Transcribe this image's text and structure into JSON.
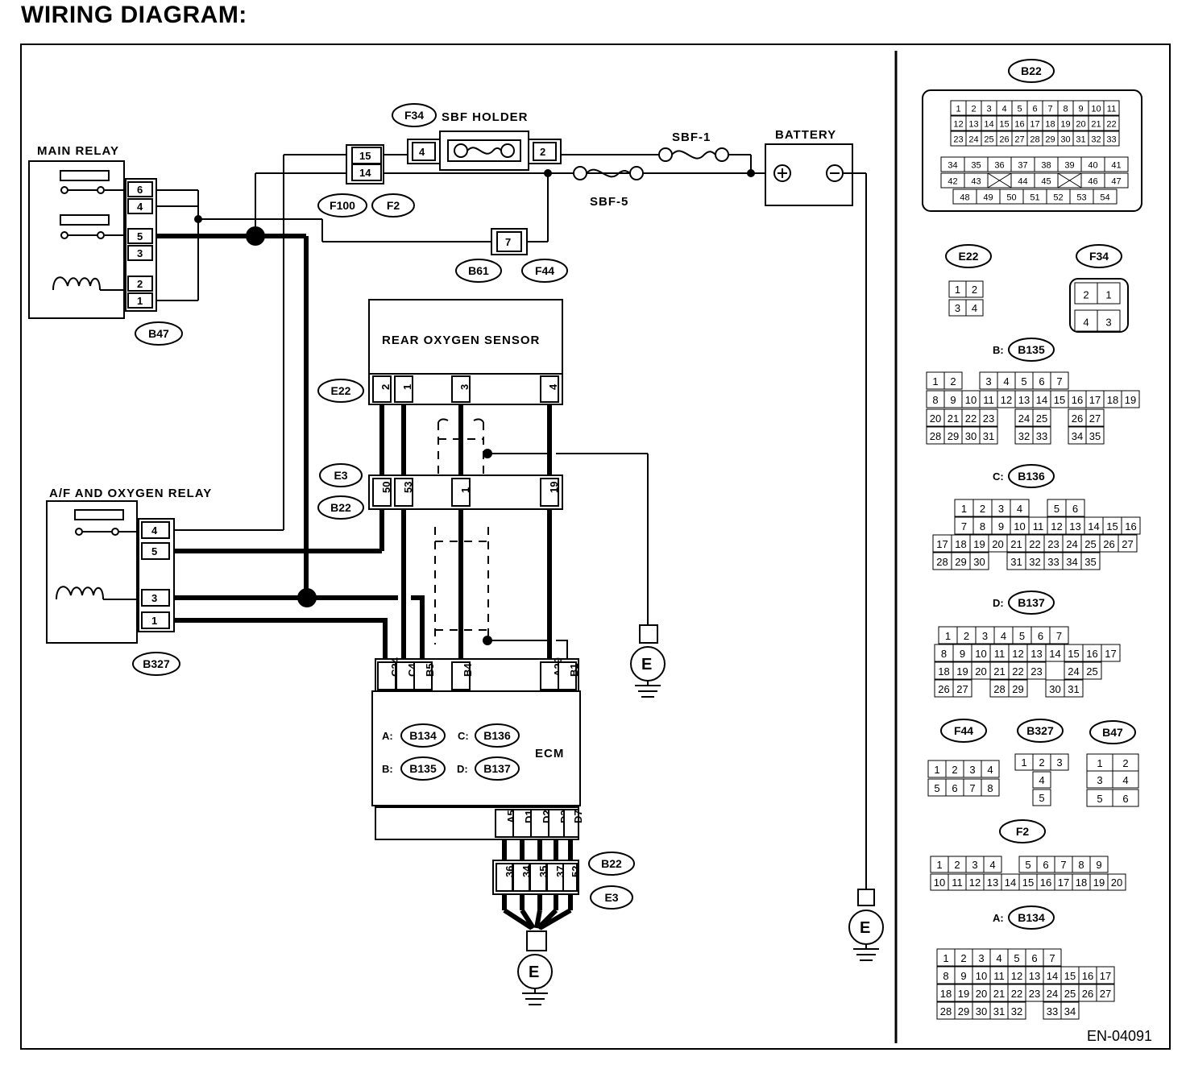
{
  "title": "WIRING DIAGRAM:",
  "figure_code": "EN-04091",
  "components": {
    "main_relay": {
      "label": "MAIN RELAY",
      "connector": "B47",
      "pins": [
        "6",
        "4",
        "5",
        "3",
        "2",
        "1"
      ]
    },
    "af_oxygen_relay": {
      "label": "A/F AND OXYGEN RELAY",
      "connector": "B327",
      "pins": [
        "4",
        "5",
        "3",
        "1"
      ]
    },
    "sbf_holder": {
      "label": "SBF HOLDER",
      "connector": "F34",
      "pins": [
        "4",
        "2"
      ]
    },
    "battery": {
      "label": "BATTERY"
    },
    "sbf1": {
      "label": "SBF-1"
    },
    "sbf5": {
      "label": "SBF-5"
    },
    "rear_o2": {
      "label": "REAR OXYGEN SENSOR",
      "connector": "E22",
      "pins": [
        "2",
        "1",
        "3",
        "4"
      ]
    },
    "ecm": {
      "label": "ECM",
      "sub": [
        {
          "k": "A:",
          "v": "B134"
        },
        {
          "k": "C:",
          "v": "B136"
        },
        {
          "k": "B:",
          "v": "B135"
        },
        {
          "k": "D:",
          "v": "B137"
        }
      ],
      "top_pins": [
        "C24",
        "C4",
        "B5",
        "B4",
        "A29",
        "B1"
      ],
      "bottom_pins": [
        "A5",
        "D1",
        "D2",
        "D3",
        "D7"
      ]
    }
  },
  "connectors": {
    "f100_f2": {
      "pins": [
        "15",
        "14"
      ],
      "tags": [
        "F100",
        "F2"
      ]
    },
    "b61_f44": {
      "pins": [
        "7"
      ],
      "tags": [
        "B61",
        "F44"
      ]
    },
    "e3_b22_upper": {
      "pins": [
        "50",
        "53",
        "1",
        "19"
      ],
      "tags": [
        "E3",
        "B22"
      ]
    },
    "b22_e3_lower": {
      "pins": [
        "36",
        "34",
        "35",
        "37",
        "52"
      ],
      "tags": [
        "B22",
        "E3"
      ]
    }
  },
  "ground_label": "E",
  "legend": {
    "b22": {
      "name": "B22",
      "rows": [
        [
          "1",
          "2",
          "3",
          "4",
          "5",
          "6",
          "7",
          "8",
          "9",
          "10",
          "11"
        ],
        [
          "12",
          "13",
          "14",
          "15",
          "16",
          "17",
          "18",
          "19",
          "20",
          "21",
          "22"
        ],
        [
          "23",
          "24",
          "25",
          "26",
          "27",
          "28",
          "29",
          "30",
          "31",
          "32",
          "33"
        ],
        [
          "34",
          "35",
          "36",
          "37",
          "38",
          "39",
          "40",
          "41"
        ],
        [
          "42",
          "43",
          "",
          "44",
          "45",
          "",
          "46",
          "47"
        ],
        [
          "48",
          "49",
          "50",
          "51",
          "52",
          "53",
          "54"
        ]
      ]
    },
    "e22": {
      "name": "E22",
      "rows": [
        [
          "1",
          "2"
        ],
        [
          "3",
          "4"
        ]
      ]
    },
    "f34": {
      "name": "F34",
      "rows": [
        [
          "2",
          "1"
        ],
        [
          "4",
          "3"
        ]
      ]
    },
    "b135": {
      "prefix": "B:",
      "name": "B135",
      "rows": [
        [
          "1",
          "2",
          "",
          "3",
          "4",
          "5",
          "6",
          "7"
        ],
        [
          "8",
          "9",
          "10",
          "11",
          "12",
          "13",
          "14",
          "15",
          "16",
          "17",
          "18",
          "19"
        ],
        [
          "20",
          "21",
          "22",
          "23",
          "",
          "24",
          "25",
          "",
          "26",
          "27"
        ],
        [
          "28",
          "29",
          "30",
          "31",
          "",
          "32",
          "33",
          "",
          "34",
          "35"
        ]
      ]
    },
    "b136": {
      "prefix": "C:",
      "name": "B136",
      "rows": [
        [
          "1",
          "2",
          "3",
          "4",
          "",
          "5",
          "6"
        ],
        [
          "7",
          "8",
          "9",
          "10",
          "11",
          "12",
          "13",
          "14",
          "15",
          "16"
        ],
        [
          "17",
          "18",
          "19",
          "20",
          "21",
          "22",
          "23",
          "24",
          "25",
          "26",
          "27"
        ],
        [
          "28",
          "29",
          "30",
          "",
          "31",
          "32",
          "33",
          "34",
          "35"
        ]
      ]
    },
    "b137": {
      "prefix": "D:",
      "name": "B137",
      "rows": [
        [
          "1",
          "2",
          "3",
          "4",
          "5",
          "6",
          "7"
        ],
        [
          "8",
          "9",
          "10",
          "11",
          "12",
          "13",
          "14",
          "15",
          "16",
          "17"
        ],
        [
          "18",
          "19",
          "20",
          "21",
          "22",
          "23",
          "",
          "24",
          "25"
        ],
        [
          "26",
          "27",
          "",
          "28",
          "29",
          "",
          "30",
          "31"
        ]
      ]
    },
    "f44": {
      "name": "F44",
      "rows": [
        [
          "1",
          "2",
          "3",
          "4"
        ],
        [
          "5",
          "6",
          "7",
          "8"
        ]
      ]
    },
    "b327": {
      "name": "B327",
      "rows": [
        [
          "1",
          "2",
          "3"
        ],
        [
          "4"
        ],
        [
          "5"
        ]
      ]
    },
    "b47": {
      "name": "B47",
      "rows": [
        [
          "1",
          "2"
        ],
        [
          "3",
          "4"
        ],
        [
          "5",
          "6"
        ]
      ]
    },
    "f2": {
      "name": "F2",
      "rows": [
        [
          "1",
          "2",
          "3",
          "4",
          "",
          "5",
          "6",
          "7",
          "8",
          "9"
        ],
        [
          "10",
          "11",
          "12",
          "13",
          "14",
          "15",
          "16",
          "17",
          "18",
          "19",
          "20"
        ]
      ]
    },
    "b134": {
      "prefix": "A:",
      "name": "B134",
      "rows": [
        [
          "1",
          "2",
          "3",
          "4",
          "5",
          "6",
          "7"
        ],
        [
          "8",
          "9",
          "10",
          "11",
          "12",
          "13",
          "14",
          "15",
          "16",
          "17"
        ],
        [
          "18",
          "19",
          "20",
          "21",
          "22",
          "23",
          "24",
          "25",
          "26",
          "27"
        ],
        [
          "28",
          "29",
          "30",
          "31",
          "32",
          "",
          "33",
          "34"
        ]
      ]
    }
  }
}
